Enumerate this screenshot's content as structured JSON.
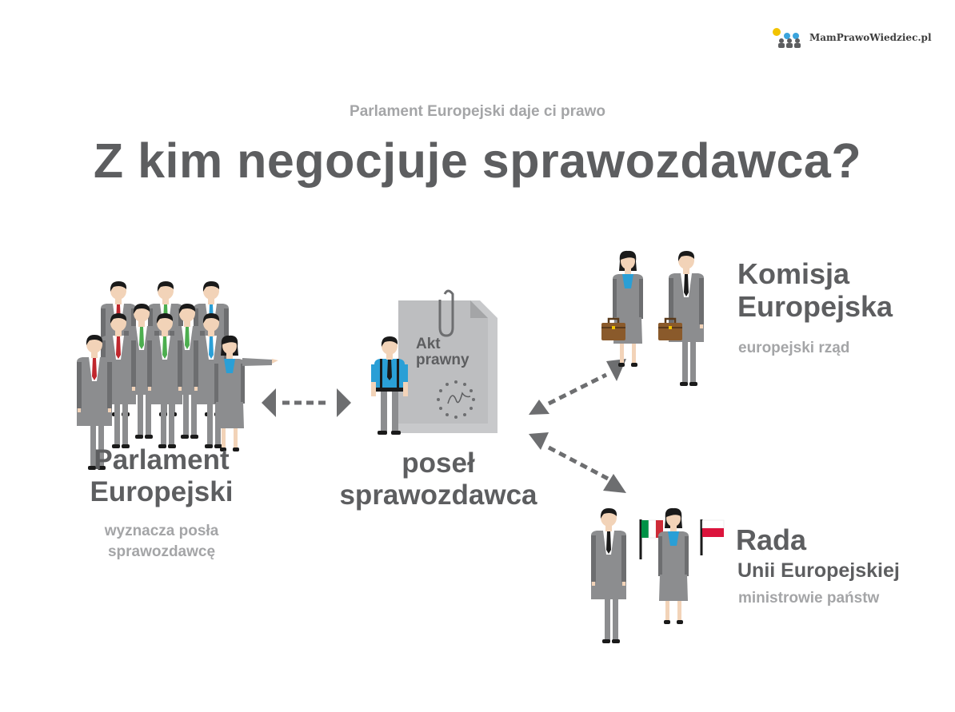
{
  "brand": {
    "name": "MamPrawoWiedziec.pl",
    "dot_colors": [
      "#f2c300",
      "#3ba4dc",
      "#5d5e60"
    ]
  },
  "header": {
    "subtitle": "Parlament Europejski daje ci prawo",
    "title": "Z kim negocjuje sprawozdawca?"
  },
  "parliament": {
    "name_line1": "Parlament",
    "name_line2": "Europejski",
    "desc_line1": "wyznacza posła",
    "desc_line2": "sprawozdawcę",
    "tie_colors": [
      "#c0272d",
      "#4cae4f",
      "#2a9fd6"
    ]
  },
  "rapporteur": {
    "name_line1": "poseł",
    "name_line2": "sprawozdawca",
    "document_line1": "Akt",
    "document_line2": "prawny"
  },
  "commission": {
    "name_line1": "Komisja",
    "name_line2": "Europejska",
    "desc": "europejski rząd"
  },
  "council": {
    "name": "Rada",
    "subname": "Unii Europejskiej",
    "desc": "ministrowie państw",
    "flags": [
      "italy-flag",
      "poland-flag"
    ]
  },
  "colors": {
    "text_dark": "#5d5e60",
    "text_light": "#a4a5a7",
    "suit": "#8c8d8f",
    "suit_dark": "#6d6e70",
    "shirt_blue": "#2a9fd6",
    "briefcase": "#8a5a2b",
    "arrow": "#6d6e70"
  }
}
